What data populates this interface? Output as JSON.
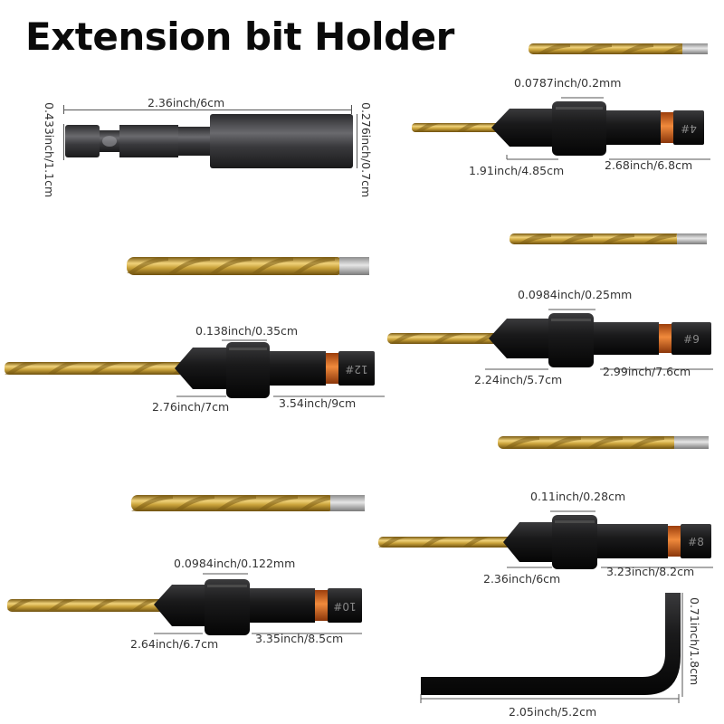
{
  "title": "Extension bit Holder",
  "extension_holder": {
    "length": "2.36inch/6cm",
    "hex_width": "0.433inch/1.1cm",
    "bore_width": "0.276inch/0.7cm"
  },
  "countersinks": [
    {
      "id": "4",
      "marking": "4#",
      "collar_gap": "0.0787inch/0.2mm",
      "drill_length": "1.91inch/4.85cm",
      "shank_length": "2.68inch/6.8cm"
    },
    {
      "id": "12",
      "marking": "12#",
      "collar_gap": "0.138inch/0.35cm",
      "drill_length": "2.76inch/7cm",
      "shank_length": "3.54inch/9cm"
    },
    {
      "id": "9",
      "marking": "#9",
      "collar_gap": "0.0984inch/0.25mm",
      "drill_length": "2.24inch/5.7cm",
      "shank_length": "2.99inch/7.6cm"
    },
    {
      "id": "8",
      "marking": "#8",
      "collar_gap": "0.11inch/0.28cm",
      "drill_length": "2.36inch/6cm",
      "shank_length": "3.23inch/8.2cm"
    },
    {
      "id": "10",
      "marking": "10#",
      "collar_gap": "0.0984inch/0.122mm",
      "drill_length": "2.64inch/6.7cm",
      "shank_length": "3.35inch/8.5cm"
    }
  ],
  "hex_key": {
    "length": "2.05inch/5.2cm",
    "height": "0.71inch/1.8cm"
  },
  "colors": {
    "gold": "#c9a23a",
    "gold_dark": "#8a6a1c",
    "steel_black": "#1d1d1f",
    "orange_band": "#e0671f",
    "silver_shank": "#bfbfbf"
  }
}
